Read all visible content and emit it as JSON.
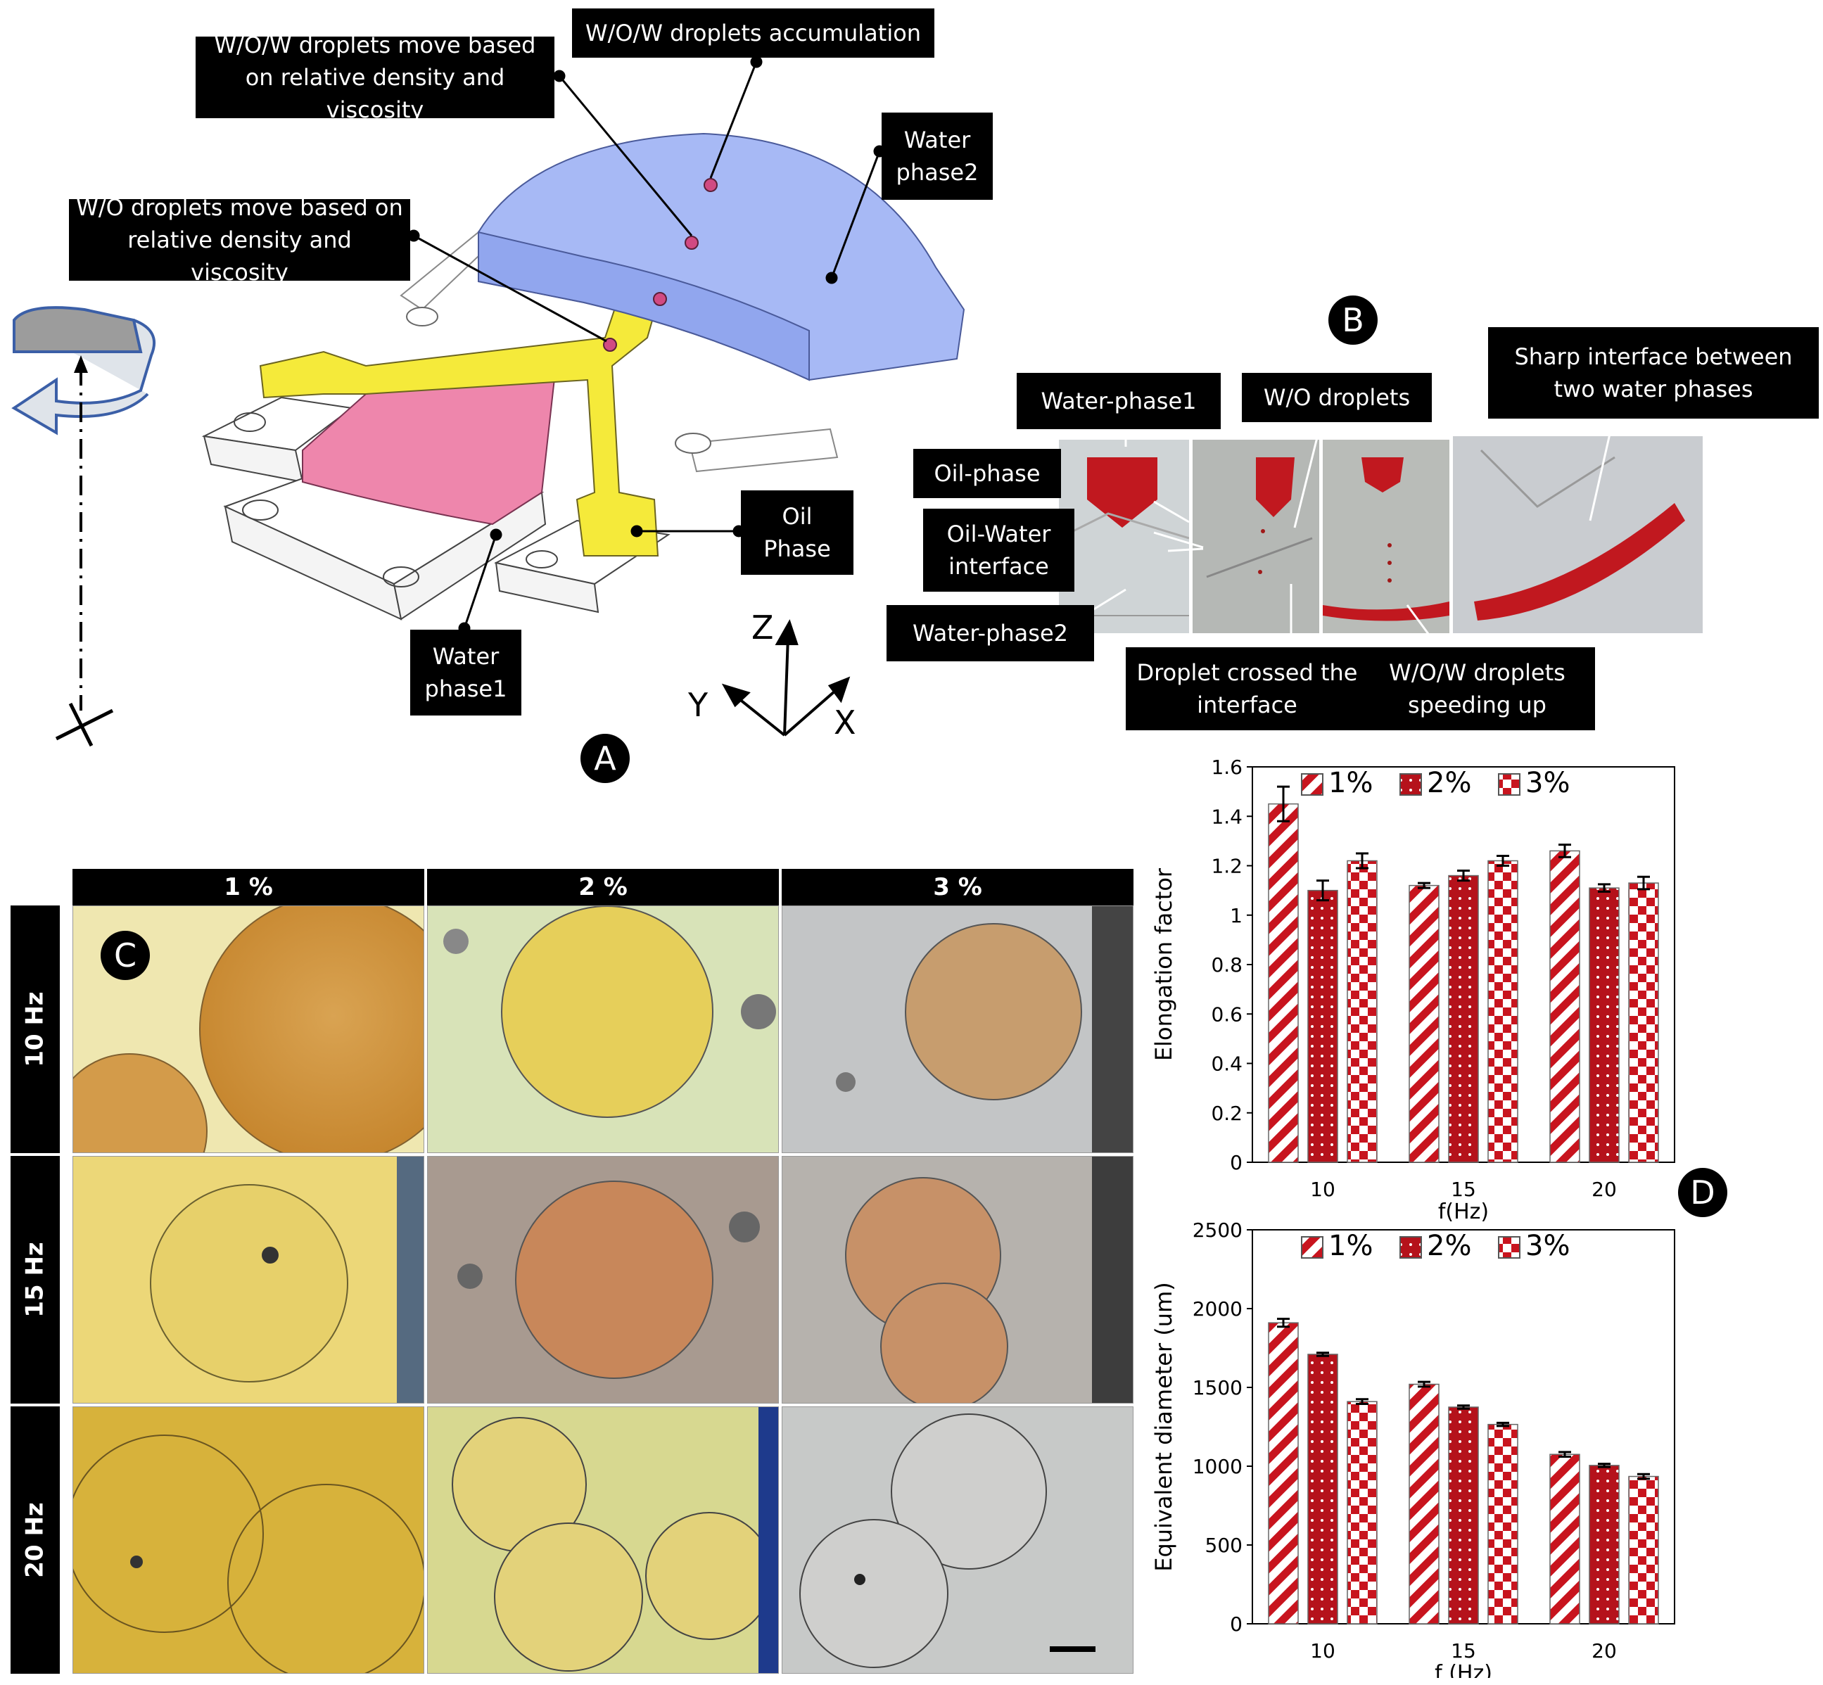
{
  "panel_a": {
    "letter": "A",
    "callouts": {
      "wow_accumulation": "W/O/W droplets accumulation",
      "wow_move": "W/O/W droplets move based on relative density and viscosity",
      "water_phase2": "Water phase2",
      "wo_move": "W/O droplets move based on relative density and viscosity",
      "oil_phase": "Oil Phase",
      "water_phase1": "Water phase1"
    },
    "axes": {
      "z": "Z",
      "y": "Y",
      "x": "X"
    },
    "colors": {
      "water2": "#a7b9f5",
      "oil": "#f5ea3a",
      "water1": "#ee86ac",
      "droplet": "#d14a82"
    }
  },
  "panel_b": {
    "letter": "B",
    "callouts": {
      "sharp_interface": "Sharp interface between two water phases",
      "water_phase1": "Water-phase1",
      "wo_droplets": "W/O droplets",
      "oil_phase": "Oil-phase",
      "oil_water_interface": "Oil-Water interface",
      "water_phase2": "Water-phase2",
      "droplet_crossed": "Droplet crossed the interface",
      "wow_speeding": "W/O/W droplets speeding up"
    }
  },
  "panel_c": {
    "letter": "C",
    "columns": [
      "1 %",
      "2 %",
      "3 %"
    ],
    "rows": [
      "10 Hz",
      "15 Hz",
      "20 Hz"
    ]
  },
  "panel_d": {
    "letter": "D"
  },
  "chart_data": [
    {
      "type": "bar",
      "categories": [
        "10",
        "15",
        "20"
      ],
      "series": [
        {
          "name": "1%",
          "values": [
            1.45,
            1.12,
            1.26
          ],
          "errors": [
            0.07,
            0.01,
            0.025
          ]
        },
        {
          "name": "2%",
          "values": [
            1.1,
            1.16,
            1.11
          ],
          "errors": [
            0.04,
            0.02,
            0.015
          ]
        },
        {
          "name": "3%",
          "values": [
            1.22,
            1.22,
            1.13
          ],
          "errors": [
            0.03,
            0.02,
            0.025
          ]
        }
      ],
      "xlabel": "f(Hz)",
      "ylabel": "Elongation factor",
      "ylim": [
        0,
        1.6
      ],
      "yticks": [
        "0",
        "0.2",
        "0.4",
        "0.6",
        "0.8",
        "1",
        "1.2",
        "1.4",
        "1.6"
      ],
      "legend": "top"
    },
    {
      "type": "bar",
      "categories": [
        "10",
        "15",
        "20"
      ],
      "series": [
        {
          "name": "1%",
          "values": [
            1910,
            1520,
            1075
          ],
          "errors": [
            25,
            15,
            15
          ]
        },
        {
          "name": "2%",
          "values": [
            1710,
            1375,
            1005
          ],
          "errors": [
            10,
            10,
            10
          ]
        },
        {
          "name": "3%",
          "values": [
            1410,
            1265,
            935
          ],
          "errors": [
            15,
            10,
            15
          ]
        }
      ],
      "xlabel": "f (Hz)",
      "ylabel": "Equivalent diameter (um)",
      "ylim": [
        0,
        2500
      ],
      "yticks": [
        "0",
        "500",
        "1000",
        "1500",
        "2000",
        "2500"
      ],
      "legend": "top"
    }
  ]
}
